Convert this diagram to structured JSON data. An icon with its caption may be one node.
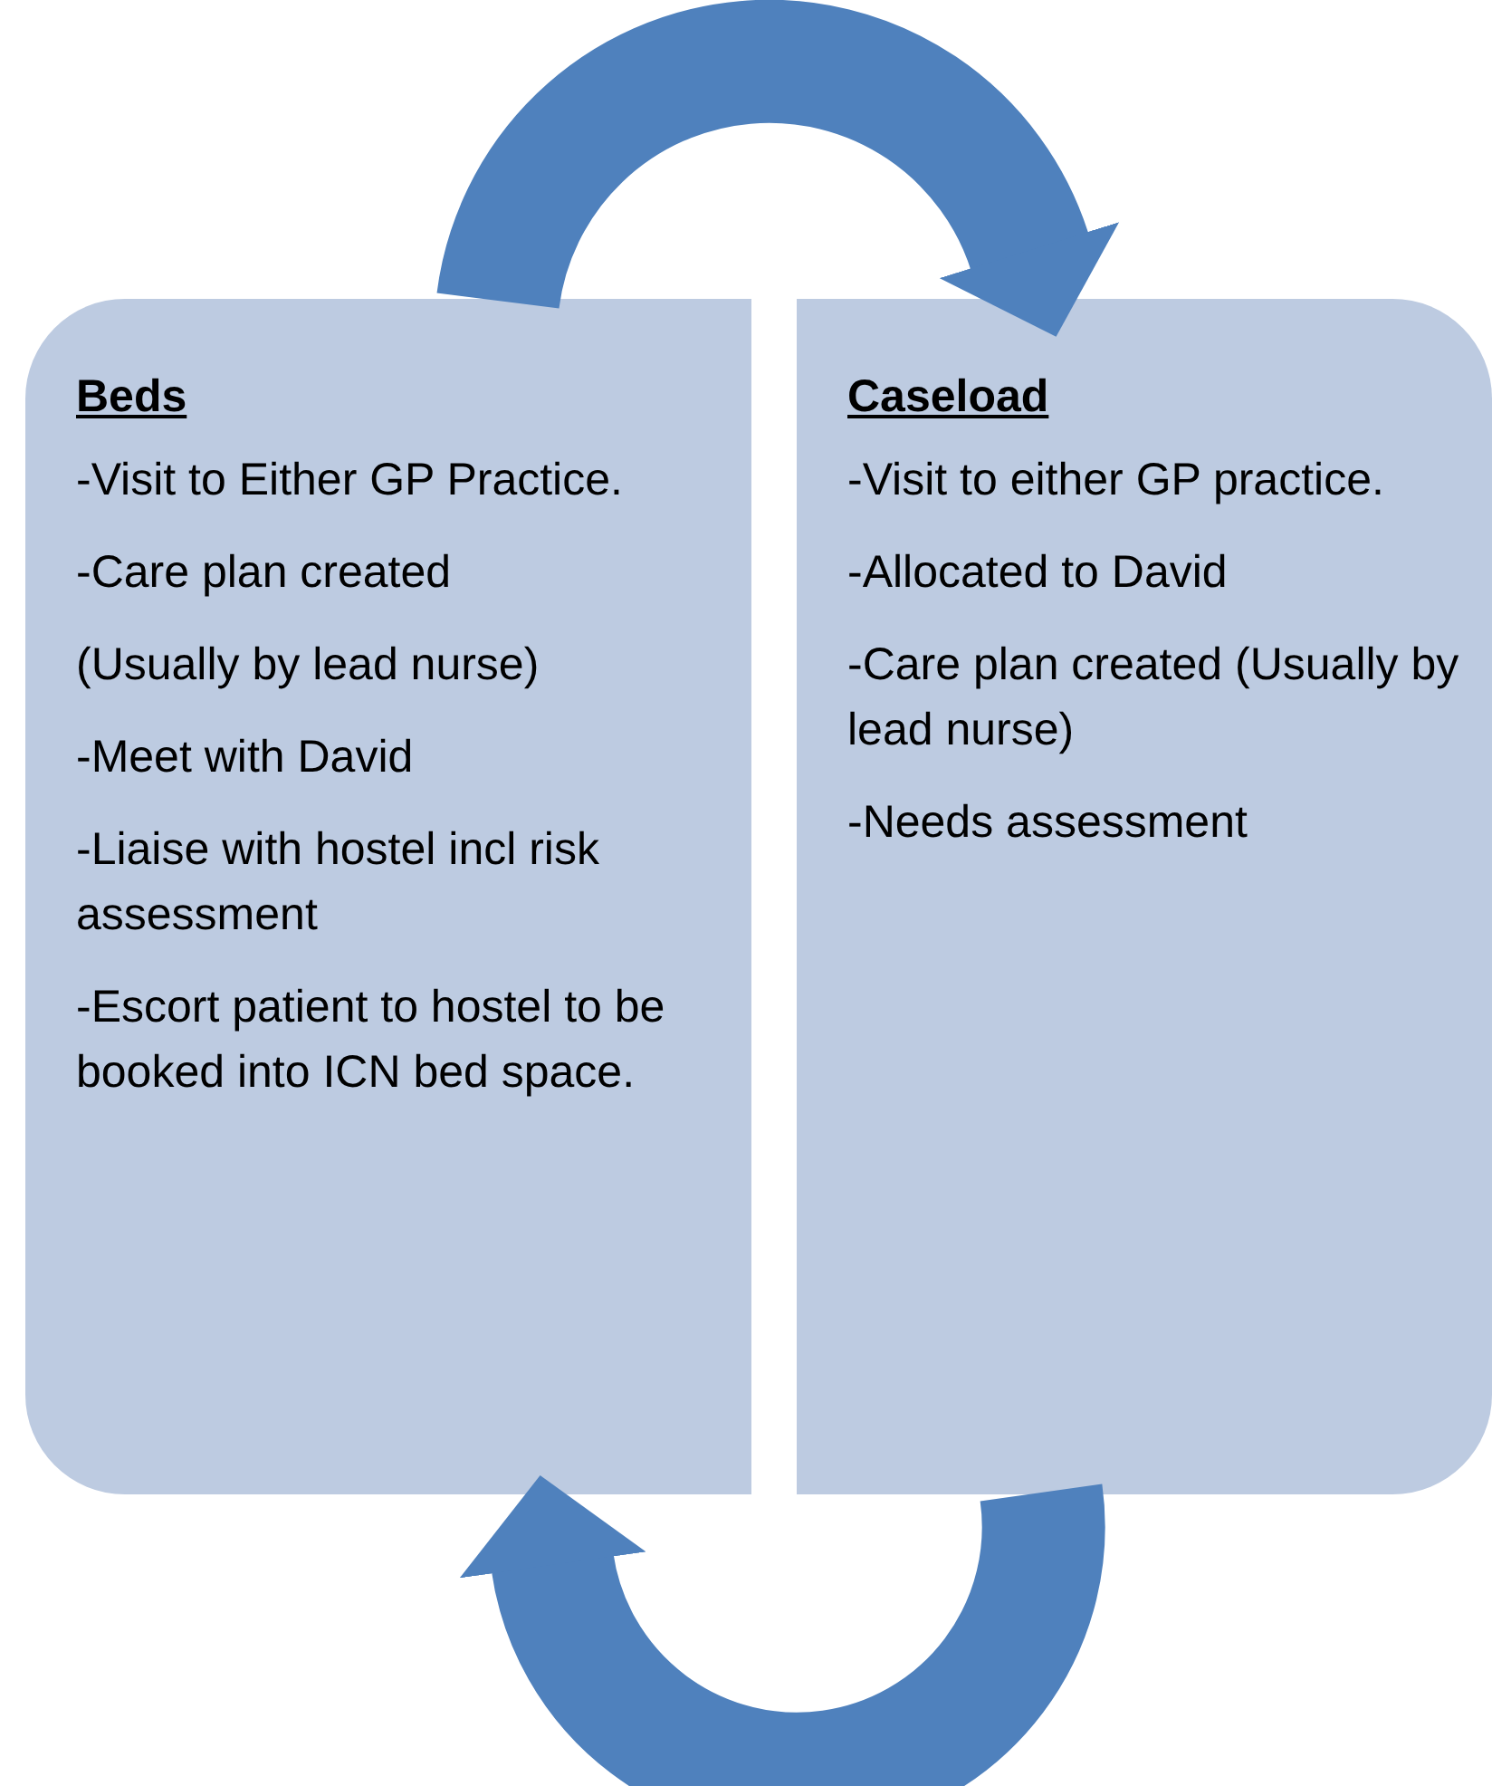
{
  "diagram": {
    "nodes": [
      {
        "text": [
          "Beds",
          "-Visit to Either GP Practice.",
          "-Care plan created",
          "(Usually by lead nurse)",
          "-Meet with David",
          "-Liaise with hostel incl risk assessment",
          "-Escort patient to hostel to be booked into ICN bed space."
        ]
      },
      {
        "text": [
          "Caseload",
          "-Visit to either GP practice.",
          "-Allocated to David",
          "-Care plan created (Usually by lead nurse)",
          "-Needs assessment"
        ]
      }
    ],
    "edges": [
      {
        "from": 0,
        "to": 1,
        "arrow": "to"
      },
      {
        "from": 1,
        "to": 0,
        "arrow": "to"
      }
    ]
  }
}
